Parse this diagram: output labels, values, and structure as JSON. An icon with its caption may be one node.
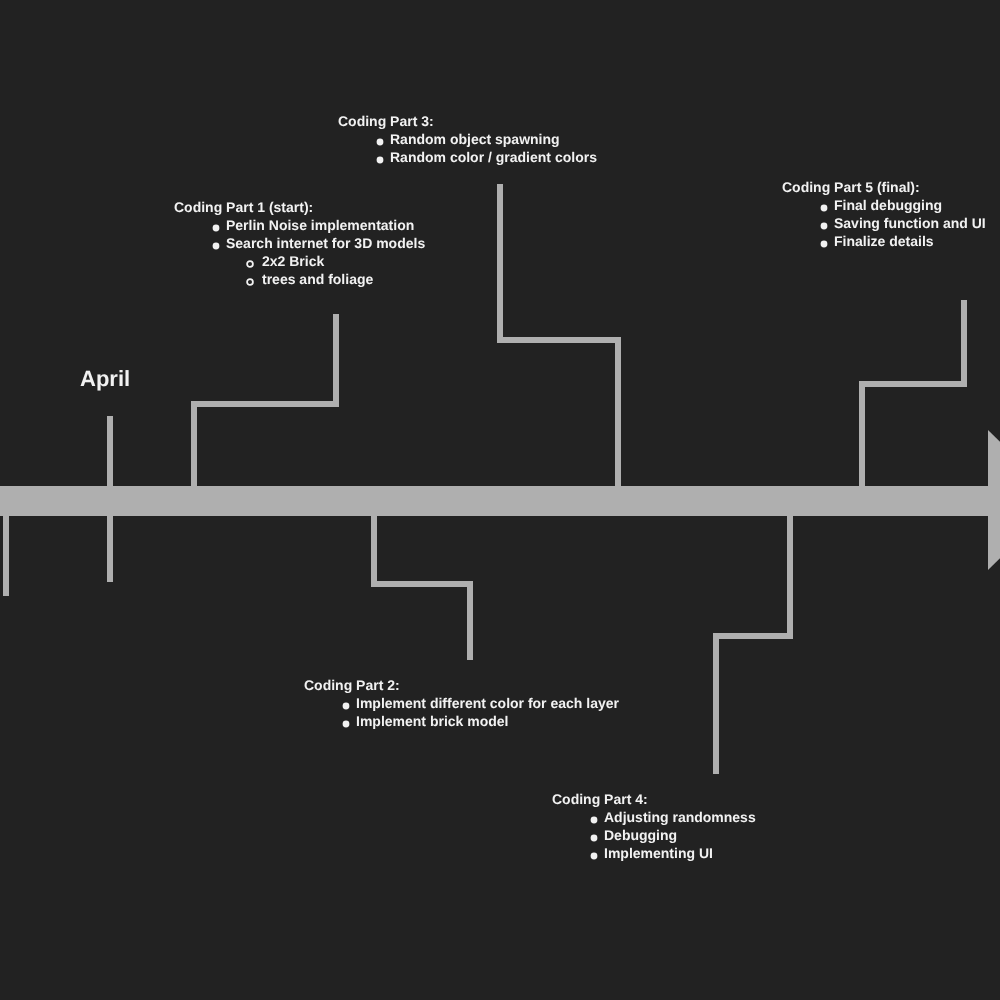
{
  "diagram": {
    "nodes": [
      {
        "text": [],
        "shape": "bar"
      },
      {
        "text": [
          "Coding Part 1 (start):",
          "Perlin Noise implementation",
          "Search internet for 3D models",
          "2x2 Brick",
          "trees and foliage"
        ]
      },
      {
        "text": [
          "Coding Part 2:",
          "Implement different color for each layer",
          "Implement brick model"
        ]
      },
      {
        "text": [
          "Coding Part 3:",
          "Random object spawning",
          "Random color / gradient colors"
        ]
      },
      {
        "text": [
          "Coding Part 4:",
          "Adjusting randomness",
          "Debugging",
          "Implementing UI"
        ]
      },
      {
        "text": [
          "Coding Part 5 (final):",
          "Final debugging",
          "Saving function and UI",
          "Finalize details"
        ]
      }
    ],
    "edges": [
      {
        "from": 0,
        "to": 1,
        "arrow": "none"
      },
      {
        "from": 0,
        "to": 2,
        "arrow": "none"
      },
      {
        "from": 0,
        "to": 3,
        "arrow": "none"
      },
      {
        "from": 0,
        "to": 4,
        "arrow": "none"
      },
      {
        "from": 0,
        "to": 5,
        "arrow": "none"
      }
    ],
    "labels": [
      "April"
    ]
  }
}
